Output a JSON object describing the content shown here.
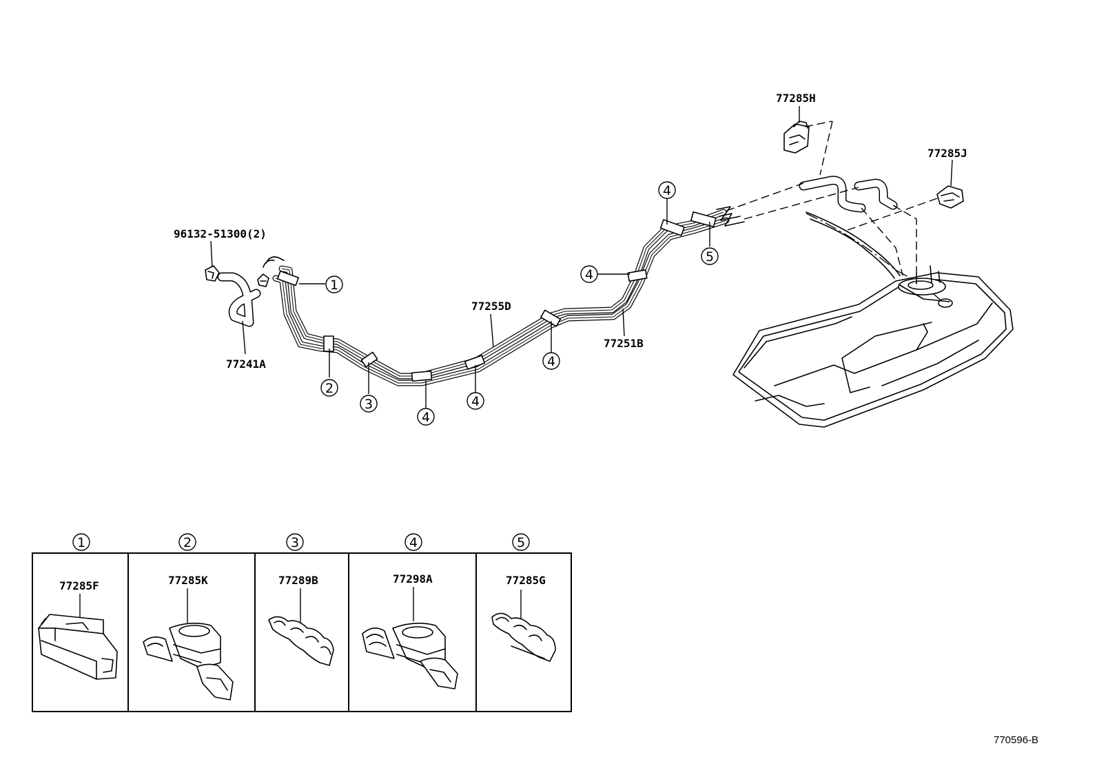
{
  "diagram": {
    "parts": {
      "bolt": "96132-51300(2)",
      "hose_front": "77241A",
      "pipe_upper": "77255D",
      "pipe_lower": "77251B",
      "clamp_h": "77285H",
      "clamp_j": "77285J"
    },
    "callouts": {
      "c1": "1",
      "c2": "2",
      "c3": "3",
      "c4a": "4",
      "c4b": "4",
      "c4c": "4",
      "c4d": "4",
      "c4e": "4",
      "c5": "5"
    },
    "legend": [
      {
        "ref": "1",
        "part": "77285F"
      },
      {
        "ref": "2",
        "part": "77285K"
      },
      {
        "ref": "3",
        "part": "77289B"
      },
      {
        "ref": "4",
        "part": "77298A"
      },
      {
        "ref": "5",
        "part": "77285G"
      }
    ],
    "figure_code": "770596-B"
  }
}
